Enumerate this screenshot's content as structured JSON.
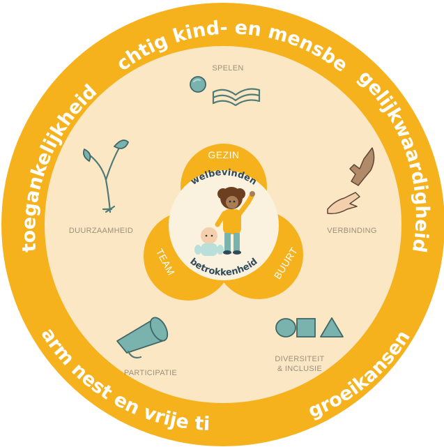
{
  "colors": {
    "ring": "#f6b21d",
    "inner_bg": "#fbe7c3",
    "core_bg": "#fbf1df",
    "lobe": "#f6b21d",
    "label_gray": "#9c8f7c",
    "icon_teal": "#7ab3ae",
    "core_text": "#2f4a58"
  },
  "ring_phrases": {
    "top": "krachtig  kind- en mensbeeld",
    "left": "toegankelijkheid",
    "right": "gelijkwaardigheid",
    "bottom_left": "warm nest en vrije tijd",
    "bottom_right": "groeikansen"
  },
  "themes": {
    "spelen": "SPELEN",
    "duurzaamheid": "DUURZAAMHEID",
    "verbinding": "VERBINDING",
    "participatie": "PARTICIPATIE",
    "diversiteit_line1": "DIVERSITEIT",
    "diversiteit_line2": "& INCLUSIE"
  },
  "lobes": {
    "top": "GEZIN",
    "left": "TEAM",
    "right": "BUURT"
  },
  "core": {
    "top": "welbevinden",
    "bottom": "betrokkenheid"
  },
  "icons": {
    "spelen": [
      "ball-icon",
      "open-book-icon"
    ],
    "duurzaamheid": "sprout-icon",
    "verbinding": "reaching-hands-icon",
    "participatie": "megaphone-icon",
    "diversiteit": [
      "oval-shape-icon",
      "square-shape-icon",
      "triangle-shape-icon"
    ],
    "core": [
      "child-figure-icon",
      "baby-figure-icon"
    ]
  }
}
